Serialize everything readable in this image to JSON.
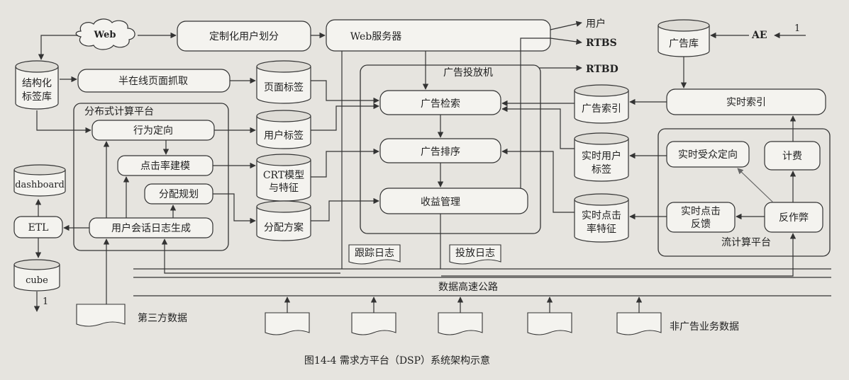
{
  "nodes": {
    "web": "Web",
    "custom_split": "定制化用户划分",
    "web_server": "Web服务器",
    "struct_tags_1": "结构化",
    "struct_tags_2": "标签库",
    "semi_crawl": "半在线页面抓取",
    "page_tags": "页面标签",
    "dist_platform": "分布式计算平台",
    "behavior_target": "行为定向",
    "user_tags": "用户标签",
    "ctr_model": "点击率建模",
    "ctr_feature_1": "CRT模型",
    "ctr_feature_2": "与特征",
    "alloc_plan": "分配规划",
    "alloc_scheme": "分配方案",
    "session_log": "用户会话日志生成",
    "dashboard": "dashboard",
    "etl": "ETL",
    "cube": "cube",
    "cube_out": "1",
    "ad_server": "广告投放机",
    "ad_retrieve": "广告检索",
    "ad_rank": "广告排序",
    "revenue": "收益管理",
    "out_user": "用户",
    "out_rtbs": "RTBS",
    "out_rtbd": "RTBD",
    "ad_db": "广告库",
    "ae": "AE",
    "ae_in": "1",
    "realtime_index": "实时索引",
    "ad_index": "广告索引",
    "rt_user_tags_1": "实时用户",
    "rt_user_tags_2": "标签",
    "rt_audience": "实时受众定向",
    "billing": "计费",
    "rt_ctr_1": "实时点击",
    "rt_ctr_2": "率特征",
    "rt_click_1": "实时点击",
    "rt_click_2": "反馈",
    "anti_cheat": "反作弊",
    "stream_platform": "流计算平台",
    "trace_log": "跟踪日志",
    "serve_log": "投放日志",
    "data_highway": "数据高速公路",
    "third_party": "第三方数据",
    "non_ad_data": "非广告业务数据"
  },
  "caption": "图14-4   需求方平台（DSP）系统架构示意"
}
